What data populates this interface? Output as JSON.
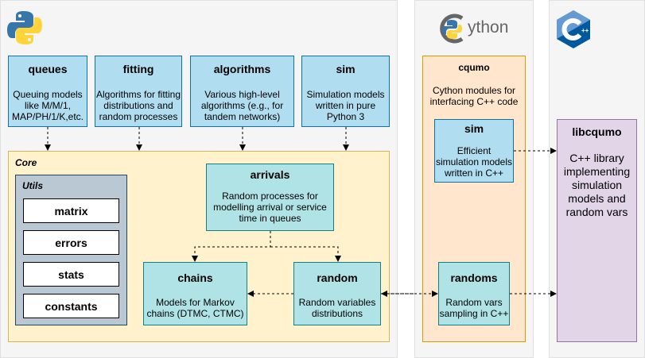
{
  "logos": {
    "cython_text": "ython"
  },
  "modules": {
    "queues": {
      "title": "queues",
      "desc": "Queuing models like M/M/1, MAP/PH/1/K,etc."
    },
    "fitting": {
      "title": "fitting",
      "desc": "Algorithms for fitting distributions and random processes"
    },
    "algorithms": {
      "title": "algorithms",
      "desc": "Various high-level algorithms (e.g., for tandem networks)"
    },
    "sim": {
      "title": "sim",
      "desc": "Simulation models written in pure Python 3"
    }
  },
  "core": {
    "label": "Core",
    "utils": {
      "label": "Utils",
      "items": [
        "matrix",
        "errors",
        "stats",
        "constants"
      ]
    },
    "arrivals": {
      "title": "arrivals",
      "desc": "Random processes for modelling arrival or service time in queues"
    },
    "chains": {
      "title": "chains",
      "desc": "Models for Markov chains (DTMC, CTMC)"
    },
    "random": {
      "title": "random",
      "desc": "Random variables distributions"
    }
  },
  "cqumo": {
    "title": "cqumo",
    "desc": "Cython modules for interfacing C++ code",
    "sim": {
      "title": "sim",
      "desc": "Efficient simulation models written in C++"
    },
    "randoms": {
      "title": "randoms",
      "desc": "Random vars sampling in C++"
    }
  },
  "libcqumo": {
    "title": "libcqumo",
    "desc": "C++ library implementing simulation models and random vars"
  },
  "colors": {
    "python_blue": "#3776ab",
    "python_yellow": "#ffd43b",
    "cpp_blue": "#00599c"
  }
}
